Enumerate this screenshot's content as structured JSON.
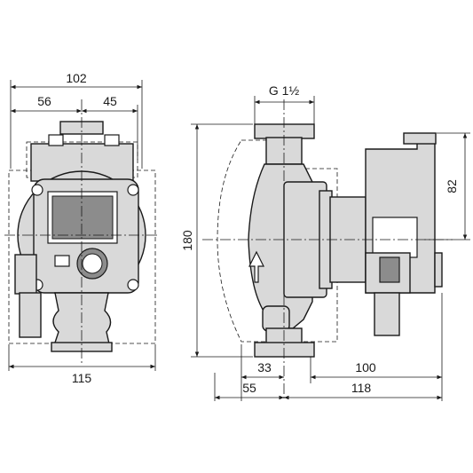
{
  "dimensions": {
    "front_overall_width": "102",
    "front_left_offset": "56",
    "front_right_offset": "45",
    "front_base_width": "115",
    "thread_size": "G 1½",
    "height": "180",
    "motor_head_height": "82",
    "flange_offset": "33",
    "motor_depth": "100",
    "rear_offset": "55",
    "total_depth": "118"
  }
}
